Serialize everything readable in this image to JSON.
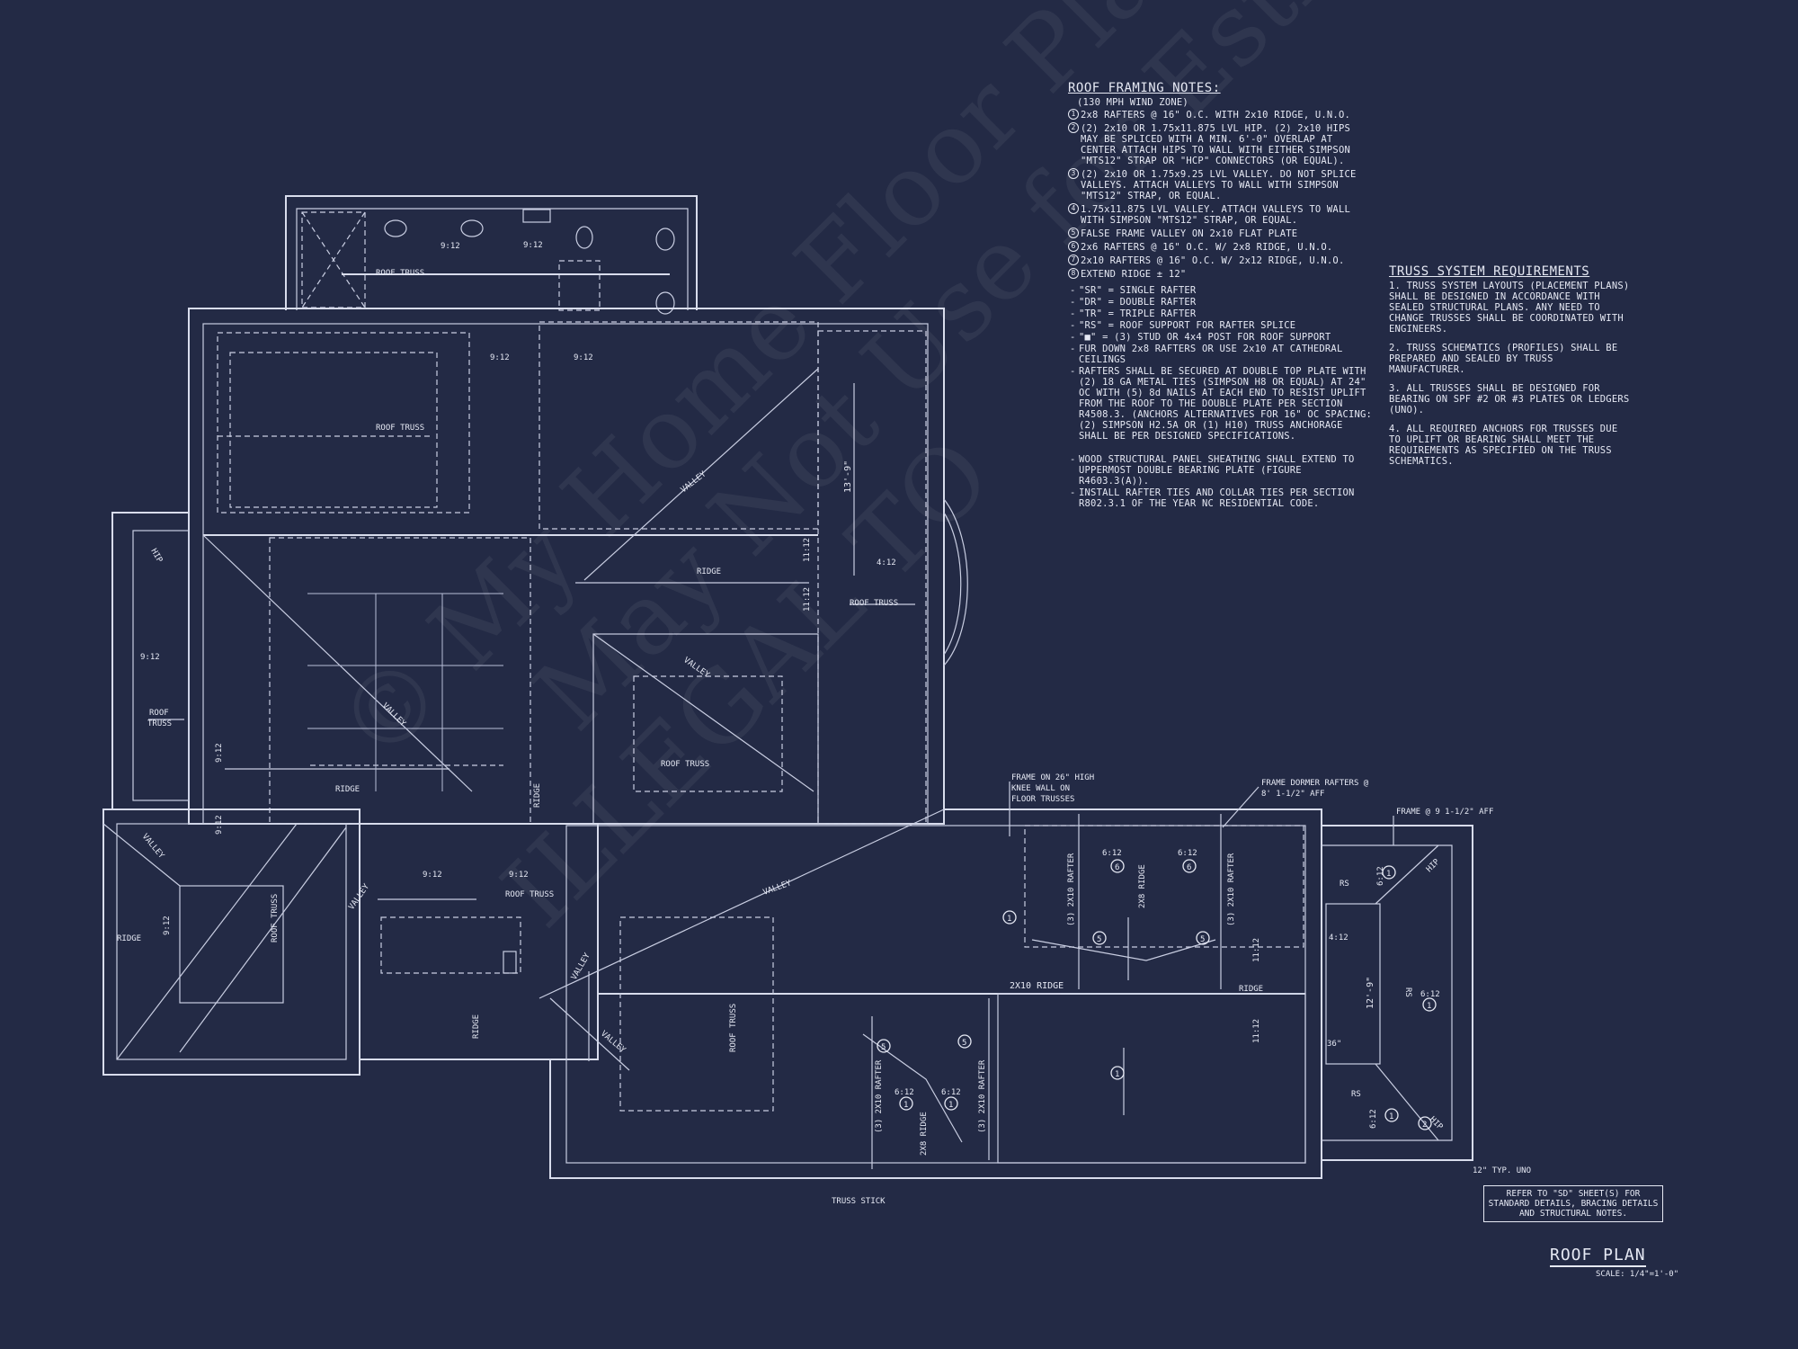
{
  "roof_notes": {
    "title": "ROOF FRAMING NOTES:",
    "subtitle": "(130 MPH WIND ZONE)",
    "items": [
      {
        "num": "1",
        "text": "2x8 RAFTERS @ 16\" O.C. WITH 2x10 RIDGE, U.N.O."
      },
      {
        "num": "2",
        "text": "(2) 2x10 OR 1.75x11.875 LVL HIP. (2) 2x10 HIPS MAY BE SPLICED WITH A MIN. 6'-0\" OVERLAP AT CENTER ATTACH HIPS TO WALL WITH EITHER SIMPSON \"MTS12\" STRAP OR \"HCP\" CONNECTORS (OR EQUAL)."
      },
      {
        "num": "3",
        "text": "(2) 2x10 OR 1.75x9.25 LVL VALLEY. DO NOT SPLICE VALLEYS. ATTACH VALLEYS TO WALL WITH SIMPSON \"MTS12\" STRAP, OR EQUAL."
      },
      {
        "num": "4",
        "text": "1.75x11.875 LVL VALLEY. ATTACH VALLEYS TO WALL WITH SIMPSON \"MTS12\" STRAP, OR EQUAL."
      },
      {
        "num": "5",
        "text": "FALSE FRAME VALLEY ON 2x10 FLAT PLATE"
      },
      {
        "num": "6",
        "text": "2x6 RAFTERS @ 16\" O.C. W/ 2x8 RIDGE, U.N.O."
      },
      {
        "num": "7",
        "text": "2x10 RAFTERS @ 16\" O.C. W/ 2x12 RIDGE, U.N.O."
      },
      {
        "num": "8",
        "text": "EXTEND RIDGE ± 12\""
      }
    ],
    "bullets": [
      "\"SR\" = SINGLE RAFTER",
      "\"DR\" = DOUBLE RAFTER",
      "\"TR\" = TRIPLE RAFTER",
      "\"RS\" = ROOF SUPPORT FOR RAFTER SPLICE",
      "\"■\" = (3) STUD OR 4x4 POST FOR ROOF SUPPORT",
      "FUR DOWN 2x8 RAFTERS OR USE 2x10 AT CATHEDRAL CEILINGS",
      "RAFTERS SHALL BE SECURED AT DOUBLE TOP PLATE WITH (2) 18 GA METAL TIES (SIMPSON H8 OR EQUAL) AT 24\" OC WITH (5) 8d NAILS AT EACH END TO RESIST UPLIFT FROM THE ROOF TO THE DOUBLE PLATE PER SECTION R4508.3. (ANCHORS ALTERNATIVES FOR 16\" OC SPACING: (2) SIMPSON H2.5A OR (1) H10) TRUSS ANCHORAGE SHALL BE PER DESIGNED SPECIFICATIONS."
    ],
    "bullets_tail": [
      "WOOD STRUCTURAL PANEL SHEATHING SHALL EXTEND TO UPPERMOST DOUBLE BEARING PLATE (FIGURE R4603.3(A)).",
      "INSTALL RAFTER TIES AND COLLAR TIES PER SECTION R802.3.1 OF THE YEAR NC RESIDENTIAL CODE."
    ]
  },
  "truss_notes": {
    "title": "TRUSS SYSTEM REQUIREMENTS",
    "items": [
      "1. TRUSS SYSTEM LAYOUTS (PLACEMENT PLANS) SHALL BE DESIGNED IN ACCORDANCE WITH SEALED STRUCTURAL PLANS. ANY NEED TO CHANGE TRUSSES SHALL BE COORDINATED WITH ENGINEERS.",
      "2. TRUSS SCHEMATICS (PROFILES) SHALL BE PREPARED AND SEALED BY TRUSS MANUFACTURER.",
      "3. ALL TRUSSES SHALL BE DESIGNED FOR BEARING ON SPF #2 OR #3 PLATES OR LEDGERS (UNO).",
      "4. ALL REQUIRED ANCHORS FOR TRUSSES DUE TO UPLIFT OR BEARING SHALL MEET THE REQUIREMENTS AS SPECIFIED ON THE TRUSS SCHEMATICS."
    ]
  },
  "plan_labels": {
    "roof_truss": "ROOF TRUSS",
    "roof_truss_stacked_1": "ROOF",
    "roof_truss_stacked_2": "TRUSS",
    "ridge": "RIDGE",
    "valley": "VALLEY",
    "hip": "HIP",
    "pitch_9_12": "9:12",
    "pitch_4_12": "4:12",
    "pitch_6_12": "6:12",
    "pitch_11_12": "11:12",
    "dim_13_9": "13'-9\"",
    "dim_12_9": "12'-9\"",
    "dim_36": "36\"",
    "ridge_2x10": "2X10 RIDGE",
    "ridge_2x8": "2X8 RIDGE",
    "rafter_3_2x10": "(3) 2X10 RAFTER",
    "rs": "RS",
    "truss_stick": "TRUSS STICK",
    "typ_uno": "12\" TYP. UNO",
    "frame_knee_wall": [
      "FRAME ON 26\" HIGH",
      "KNEE WALL ON",
      "FLOOR TRUSSES"
    ],
    "frame_dormer": [
      "FRAME DORMER RAFTERS @",
      "8' 1-1/2\" AFF"
    ],
    "frame_9": "FRAME @ 9 1-1/2\" AFF",
    "n1": "1",
    "n2": "2",
    "n5": "5",
    "n6": "6"
  },
  "callout": "REFER TO \"SD\" SHEET(S) FOR STANDARD DETAILS, BRACING DETAILS AND STRUCTURAL NOTES.",
  "sheet": {
    "title": "ROOF PLAN",
    "scale": "SCALE: 1/4\"=1'-0\""
  },
  "watermark": [
    "© My Home Floor Plans for Construction",
    "May Not Use for Estimation",
    "ILLEGAL TO"
  ]
}
